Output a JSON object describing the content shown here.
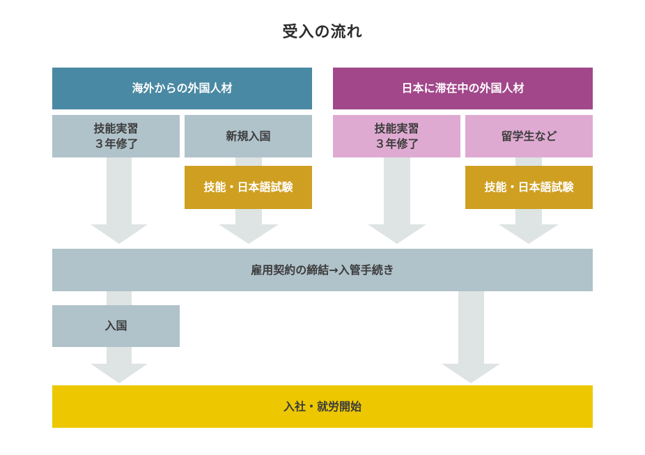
{
  "title": "受入の流れ",
  "colors": {
    "overseas_header": "#4a89a3",
    "domestic_header": "#a1478a",
    "grey_box": "#b0c2ca",
    "pink_box": "#dfaad2",
    "exam_box": "#cf9f22",
    "final_box": "#edc800",
    "arrow": "#dde4e3"
  },
  "overseas": {
    "header": "海外からの外国人材",
    "trainee": "技能実習\n３年修了",
    "new_entry": "新規入国",
    "exam": "技能・日本語試験"
  },
  "domestic": {
    "header": "日本に滞在中の外国人材",
    "trainee": "技能実習\n３年修了",
    "student": "留学生など",
    "exam": "技能・日本語試験"
  },
  "contract": "雇用契約の締結→入管手続き",
  "entry": "入国",
  "final": "入社・就労開始"
}
